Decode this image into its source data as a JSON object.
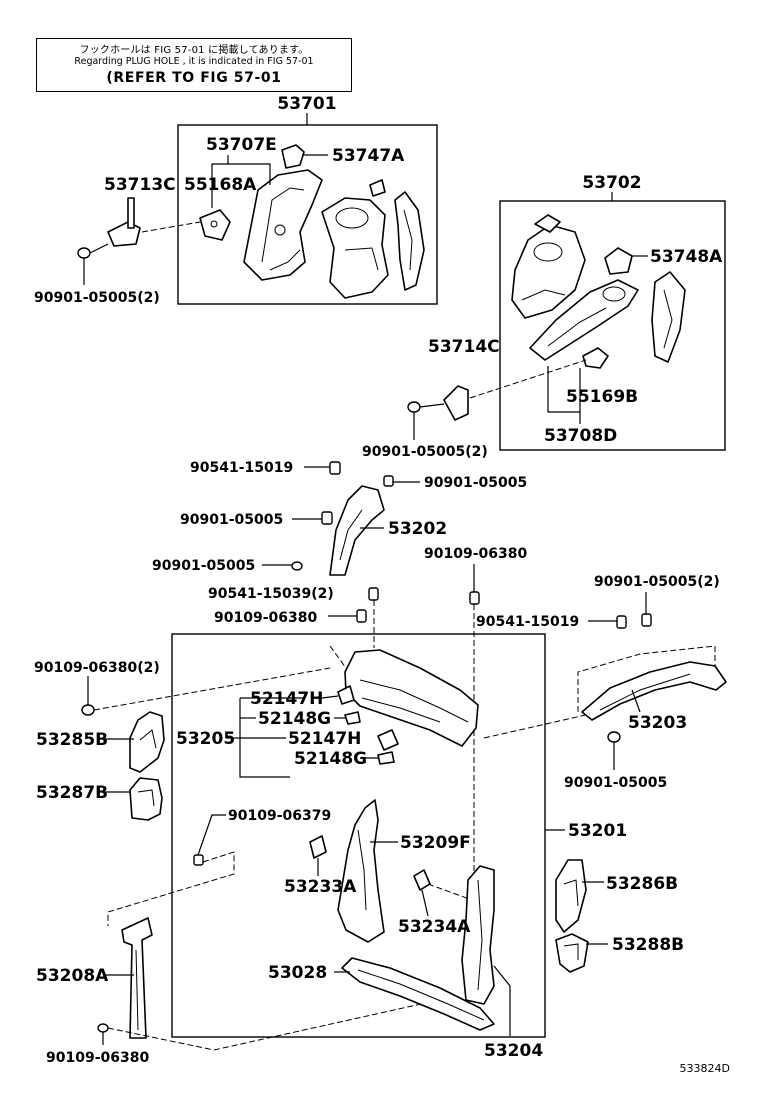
{
  "note": {
    "line1": "フックホールは FIG 57-01 に掲載してあります。",
    "line2": "Regarding PLUG HOLE , it is indicated in FIG 57-01",
    "line3": "(REFER TO FIG 57-01"
  },
  "labels": {
    "p53701": "53701",
    "p53707E": "53707E",
    "p53747A": "53747A",
    "p53713C": "53713C",
    "p55168A": "55168A",
    "p90901_05005_2_a": "90901-05005(2)",
    "p53702": "53702",
    "p53748A": "53748A",
    "p53714C": "53714C",
    "p55169B": "55169B",
    "p53708D": "53708D",
    "p90901_05005_2_b": "90901-05005(2)",
    "p90541_15019_a": "90541-15019",
    "p90901_05005_a": "90901-05005",
    "p90901_05005_b": "90901-05005",
    "p53202": "53202",
    "p90901_05005_c": "90901-05005",
    "p90109_06380_a": "90109-06380",
    "p90541_15039_2": "90541-15039(2)",
    "p90109_06380_b": "90109-06380",
    "p90901_05005_2_c": "90901-05005(2)",
    "p90541_15019_b": "90541-15019",
    "p90109_06380_2": "90109-06380(2)",
    "p52147H_a": "52147H",
    "p52148G_a": "52148G",
    "p53205": "53205",
    "p52147H_b": "52147H",
    "p52148G_b": "52148G",
    "p53285B": "53285B",
    "p53203": "53203",
    "p90901_05005_d": "90901-05005",
    "p53287B": "53287B",
    "p90109_06379": "90109-06379",
    "p53209F": "53209F",
    "p53201": "53201",
    "p53233A": "53233A",
    "p53286B": "53286B",
    "p53234A": "53234A",
    "p53288B": "53288B",
    "p53208A": "53208A",
    "p53028": "53028",
    "p90109_06380_c": "90109-06380",
    "p53204": "53204",
    "figure_code": "533824D"
  }
}
